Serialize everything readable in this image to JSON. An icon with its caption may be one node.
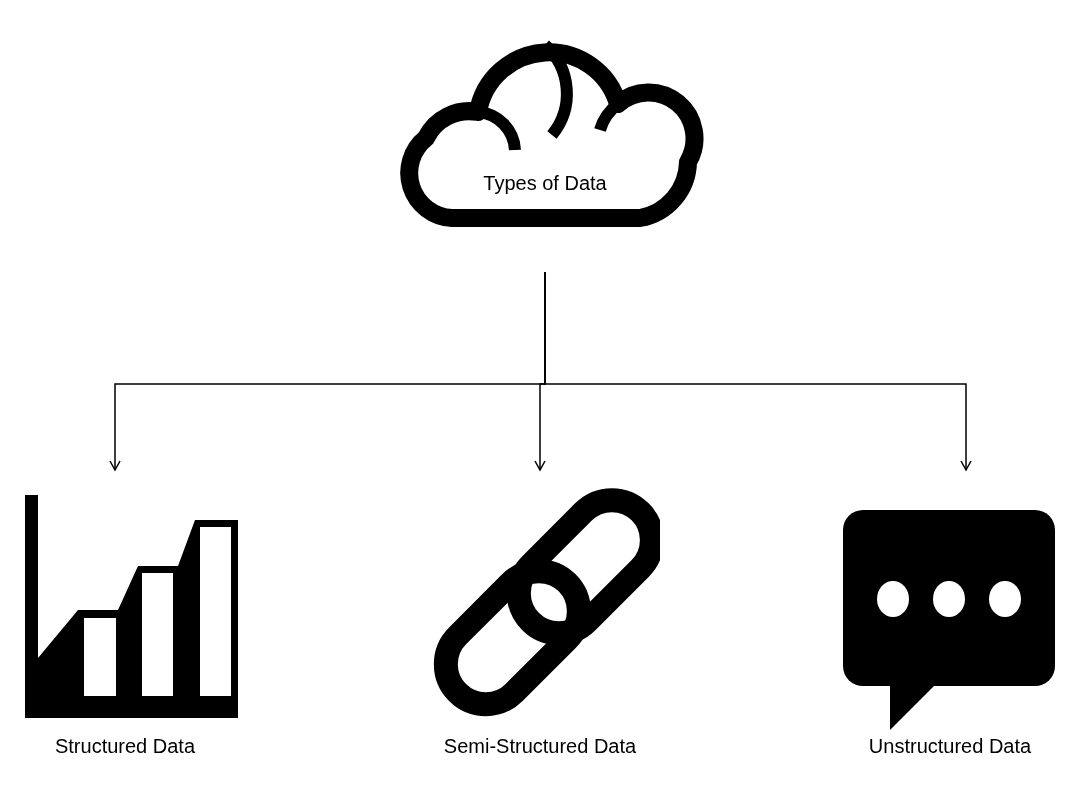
{
  "diagram": {
    "nodes": [
      {
        "text": [
          "Types of Data"
        ]
      },
      {
        "text": [
          "Structured Data"
        ]
      },
      {
        "text": [
          "Semi-Structured Data"
        ]
      },
      {
        "text": [
          "Unstructured Data"
        ]
      }
    ],
    "edges": [
      {
        "from": 0,
        "to": 1,
        "arrow": "to"
      },
      {
        "from": 0,
        "to": 2,
        "arrow": "to"
      },
      {
        "from": 0,
        "to": 3,
        "arrow": "to"
      }
    ]
  }
}
